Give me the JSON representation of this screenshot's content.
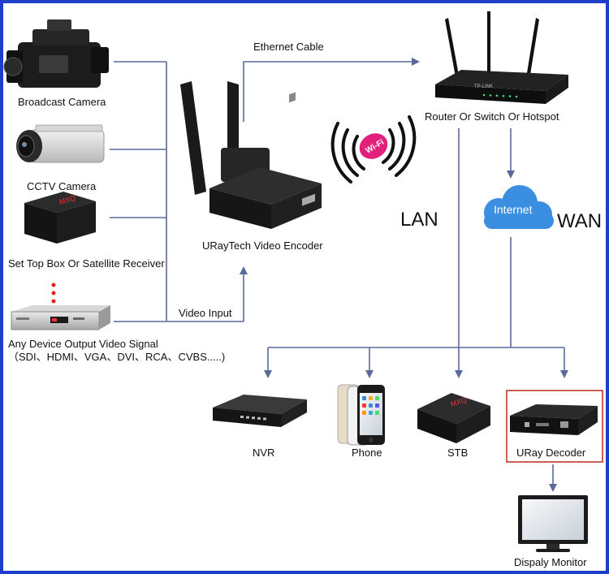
{
  "sources": [
    {
      "label": "Broadcast Camera",
      "icon": "broadcast-camera-icon"
    },
    {
      "label": "CCTV Camera",
      "icon": "cctv-camera-icon"
    },
    {
      "label": "Set Top Box Or Satellite Receiver",
      "icon": "set-top-box-icon"
    },
    {
      "label": "Any Device Output Video Signal",
      "sub": "（SDI、HDMI、VGA、DVI、RCA、CVBS.....)",
      "icon": "video-device-icon"
    }
  ],
  "encoder": {
    "label": "URayTech Video Encoder",
    "input_label": "Video Input",
    "cable_label": "Ethernet Cable",
    "wifi_badge": "Wi-Fi"
  },
  "router": {
    "label": "Router Or Switch Or Hotspot",
    "brand": "TP-LINK"
  },
  "network": {
    "lan": "LAN",
    "wan": "WAN",
    "cloud": "Internet"
  },
  "outputs": [
    {
      "label": "NVR",
      "icon": "nvr-icon"
    },
    {
      "label": "Phone",
      "icon": "phone-icon"
    },
    {
      "label": "STB",
      "icon": "stb-icon"
    },
    {
      "label": "URay Decoder",
      "icon": "decoder-icon"
    }
  ],
  "monitor": {
    "label": "Dispaly Monitor"
  },
  "colors": {
    "line": "#5a6a9a",
    "frame": "#1f3ec9",
    "cloud": "#3a8fe0",
    "highlight": "#c0392b",
    "wifi": "#e0207a"
  }
}
